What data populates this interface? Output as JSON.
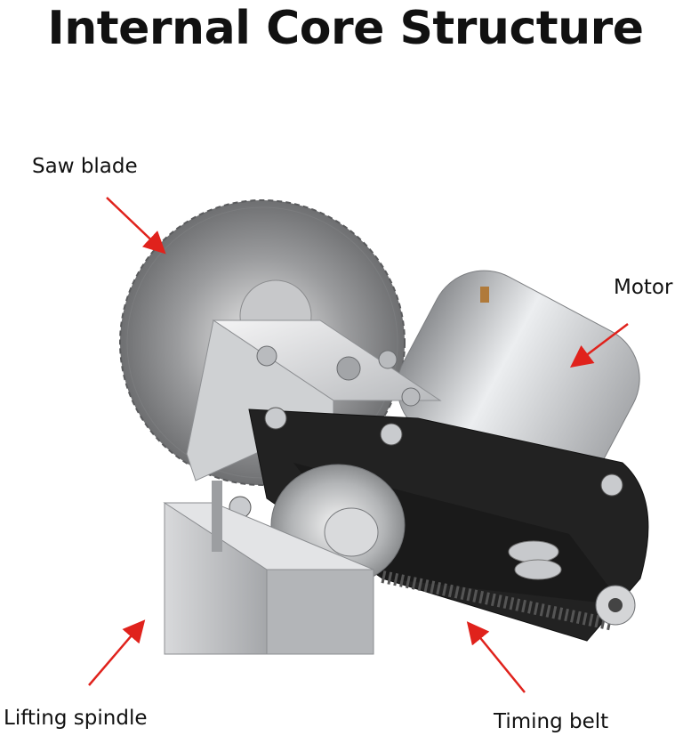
{
  "title": "Internal Core Structure",
  "labels": {
    "saw_blade": "Saw blade",
    "motor": "Motor",
    "lifting_spindle": "Lifting spindle",
    "timing_belt": "Timing belt"
  },
  "colors": {
    "arrow": "#e0221c",
    "metal": "#c9cbce",
    "belt": "#1a1a1a"
  },
  "icons": [
    "saw-blade-icon",
    "motor-icon",
    "pulley-icon",
    "timing-belt-icon",
    "spindle-block-icon",
    "arrow-icon"
  ]
}
